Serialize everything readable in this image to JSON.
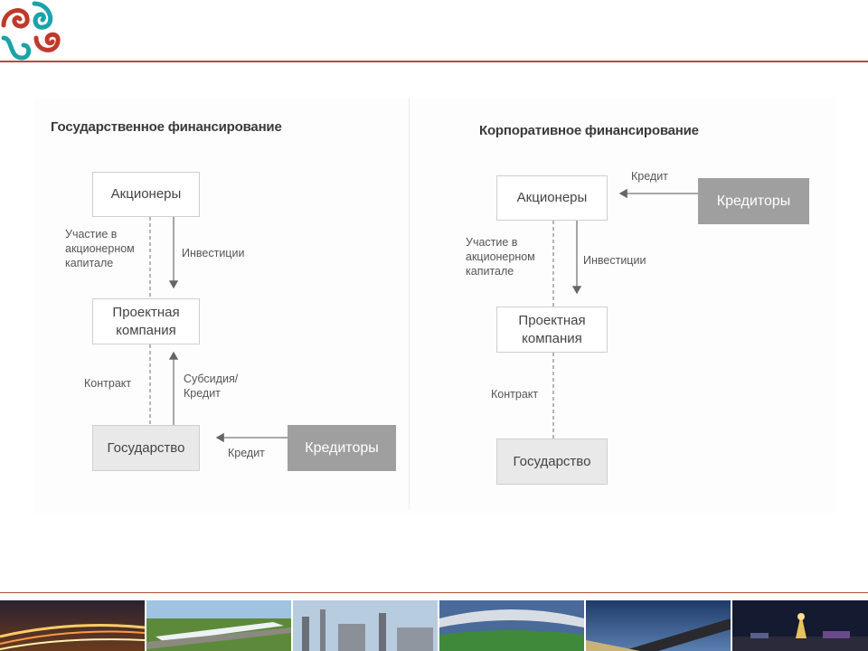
{
  "left_diagram": {
    "title": "Государственное финансирование",
    "shareholders": "Акционеры",
    "project_company_line1": "Проектная",
    "project_company_line2": "компания",
    "state": "Государство",
    "creditors": "Кредиторы",
    "equity_line1": "Участие в",
    "equity_line2": "акционерном",
    "equity_line3": "капитале",
    "investments": "Инвестиции",
    "contract": "Контракт",
    "subsidy_line1": "Субсидия/",
    "subsidy_line2": "Кредит",
    "credit": "Кредит"
  },
  "right_diagram": {
    "title": "Корпоративное финансирование",
    "shareholders": "Акционеры",
    "creditors": "Кредиторы",
    "credit": "Кредит",
    "equity_line1": "Участие в",
    "equity_line2": "акционерном",
    "equity_line3": "капитале",
    "investments": "Инвестиции",
    "project_company_line1": "Проектная",
    "project_company_line2": "компания",
    "contract": "Контракт",
    "state": "Государство"
  },
  "colors": {
    "accent_rule": "#b64a3a",
    "logo_red": "#c0392b",
    "logo_teal": "#1aa3a8",
    "creditor_box": "#9f9f9f",
    "state_box": "#e9e9e9"
  },
  "footer_photos": [
    "highway-night-photo",
    "high-speed-train-photo",
    "industrial-plant-photo",
    "stadium-photo",
    "road-sunset-photo",
    "city-night-photo"
  ]
}
